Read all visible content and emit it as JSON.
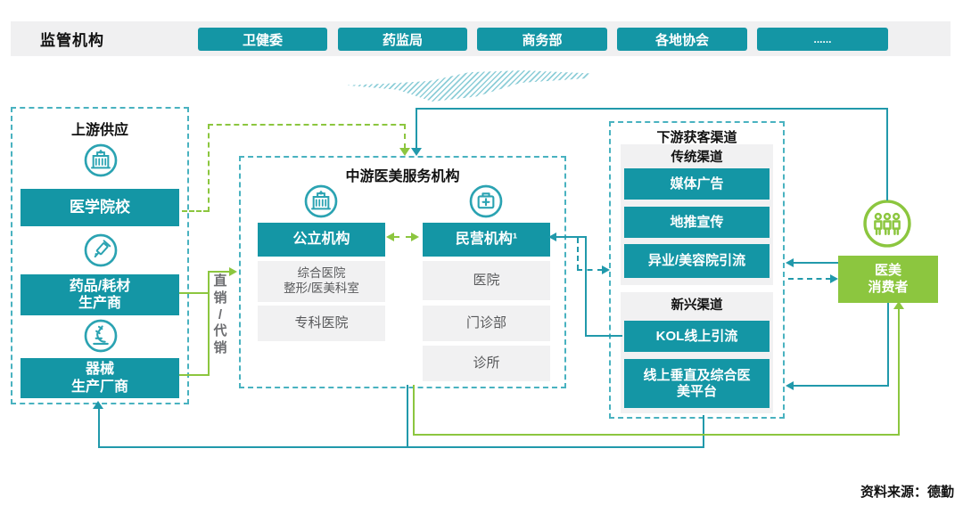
{
  "colors": {
    "teal_fill": "#1496A5",
    "teal_line": "#2199AB",
    "teal_dash_border": "#49B2C0",
    "green": "#8CC63F",
    "panel_gray": "#F1F1F2",
    "bar_gray": "#F0F0F1",
    "gray_text": "#58595B"
  },
  "regulators": {
    "label": "监管机构",
    "agencies": [
      "卫健委",
      "药监局",
      "商务部",
      "各地协会",
      "......"
    ]
  },
  "upstream": {
    "title": "上游供应",
    "items": [
      {
        "icon": "hospital-building-icon",
        "label": "医学院校"
      },
      {
        "icon": "syringe-icon",
        "label": "药品/耗材\n生产商"
      },
      {
        "icon": "microscope-icon",
        "label": "器械\n生产厂商"
      }
    ]
  },
  "sales_channel_label": "直\n销\n/\n代\n销",
  "midstream": {
    "title": "中游医美服务机构",
    "public": {
      "icon": "hospital-building-icon",
      "header": "公立机构",
      "items": [
        "综合医院\n整形/医美科室",
        "专科医院"
      ]
    },
    "private": {
      "icon": "first-aid-kit-icon",
      "header": "民营机构¹",
      "items": [
        "医院",
        "门诊部",
        "诊所"
      ]
    }
  },
  "downstream": {
    "title": "下游获客渠道",
    "traditional": {
      "header": "传统渠道",
      "items": [
        "媒体广告",
        "地推宣传",
        "异业/美容院引流"
      ]
    },
    "emerging": {
      "header": "新兴渠道",
      "items": [
        "KOL线上引流",
        "线上垂直及综合医\n美平台"
      ]
    }
  },
  "consumer": {
    "icon": "people-group-icon",
    "label": "医美\n消费者"
  },
  "source": "资料来源：德勤"
}
